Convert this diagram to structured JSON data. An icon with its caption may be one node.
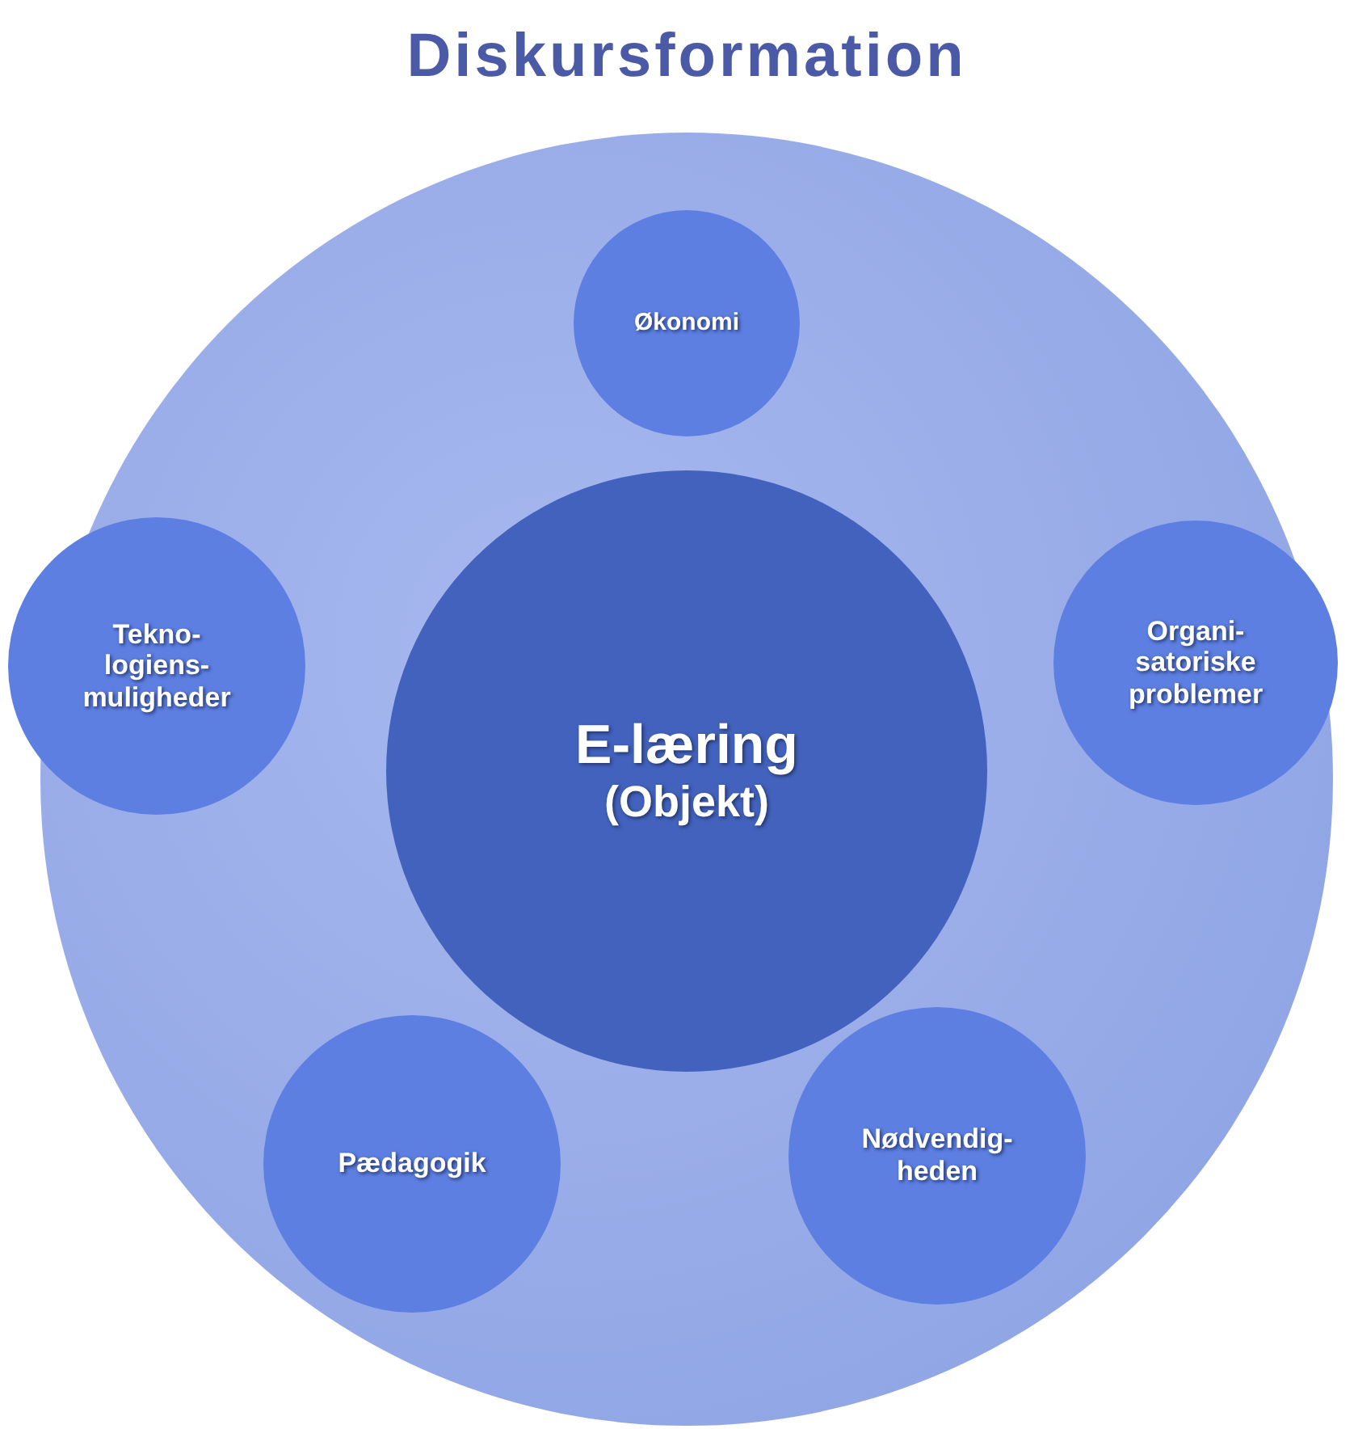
{
  "diagram": {
    "nodes": [
      {
        "text": [
          "Diskursformation"
        ]
      },
      {
        "text": [
          "Økonomi"
        ],
        "in": 0
      },
      {
        "text": [
          "Tekno- logiens- muligheder"
        ],
        "in": 0
      },
      {
        "text": [
          "E-læring",
          "(Objekt)"
        ],
        "in": 0
      },
      {
        "text": [
          "Organi- satoriske problemer"
        ],
        "in": 0
      },
      {
        "text": [
          "Pædagogik"
        ],
        "in": 0
      },
      {
        "text": [
          "Nødvendig- heden"
        ],
        "in": 0
      }
    ],
    "edges": []
  }
}
